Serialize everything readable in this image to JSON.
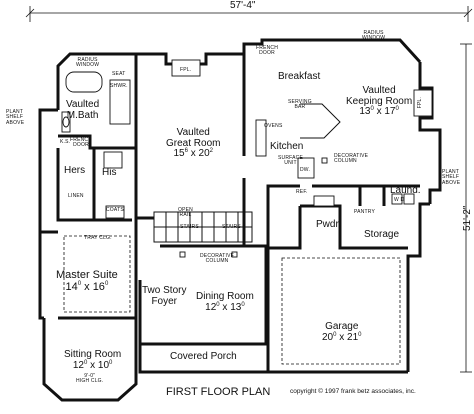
{
  "plan": {
    "title": "FIRST FLOOR PLAN",
    "copyright": "copyright © 1997 frank betz associates, inc.",
    "overall_width": "57'-4\"",
    "overall_depth": "51'-2\""
  },
  "rooms": {
    "vaulted_mbath": {
      "line1": "Vaulted",
      "line2": "M.Bath"
    },
    "hers": "Hers",
    "his": "His",
    "master_suite": {
      "name": "Master Suite",
      "w": "14",
      "wsup": "0",
      "x": " x ",
      "d": "16",
      "dsup": "0"
    },
    "sitting_room": {
      "name": "Sitting Room",
      "w": "12",
      "wsup": "0",
      "x": " x ",
      "d": "10",
      "dsup": "0"
    },
    "great_room": {
      "line1": "Vaulted",
      "line2": "Great Room",
      "w": "15",
      "wsup": "6",
      "x": " x ",
      "d": "20",
      "dsup": "2"
    },
    "breakfast": "Breakfast",
    "kitchen": "Kitchen",
    "keeping_room": {
      "line1": "Vaulted",
      "line2": "Keeping Room",
      "w": "13",
      "wsup": "0",
      "x": " x ",
      "d": "17",
      "dsup": "0"
    },
    "laundry": "Laund.",
    "powder": "Pwdr.",
    "storage": "Storage",
    "foyer": {
      "line1": "Two Story",
      "line2": "Foyer"
    },
    "dining_room": {
      "name": "Dining Room",
      "w": "12",
      "wsup": "0",
      "x": " x ",
      "d": "13",
      "dsup": "0"
    },
    "garage": {
      "name": "Garage",
      "w": "20",
      "wsup": "0",
      "x": " x ",
      "d": "21",
      "dsup": "0"
    },
    "covered_porch": "Covered Porch"
  },
  "notes": {
    "radius_window_left": [
      "RADIUS",
      "WINDOW"
    ],
    "radius_window_right": [
      "RADIUS",
      "WINDOW"
    ],
    "fpl_top": "FPL.",
    "fpl_right": "FPL.",
    "seat": "SEAT",
    "shwr": "SHWR.",
    "plant_shelf_left": [
      "PLANT",
      "SHELF",
      "ABOVE"
    ],
    "plant_shelf_right": [
      "PLANT",
      "SHELF",
      "ABOVE"
    ],
    "ks": "K.S.",
    "french_door_bath": [
      "FRENCH",
      "DOOR"
    ],
    "french_door_kitchen": [
      "FRENCH",
      "DOOR"
    ],
    "linen": "LINEN",
    "coats": "COATS",
    "tray_clg": "TRAY CLG.",
    "high_clg": [
      "9'-0\"",
      "HIGH CLG."
    ],
    "serving_bar": [
      "SERVING",
      "BAR"
    ],
    "ovens": "OVENS",
    "surface_unit": [
      "SURFACE",
      "UNIT"
    ],
    "dw": "DW.",
    "decorative_column_kitchen": [
      "DECORATIVE",
      "COLUMN"
    ],
    "decorative_column_dining": [
      "DECORATIVE",
      "COLUMN"
    ],
    "open_rail": [
      "OPEN",
      "RAIL"
    ],
    "stairs_left": "STAIRS",
    "stairs_right": "STAIRS",
    "ref": "REF.",
    "pantry": "PANTRY",
    "wd": "W   D"
  }
}
